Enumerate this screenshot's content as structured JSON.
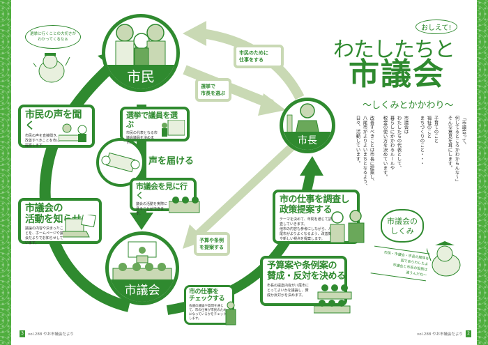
{
  "colors": {
    "primary_green": "#2f8a2f",
    "light_green": "#c9d9b4",
    "edge_green": "#4fae3e"
  },
  "title": {
    "badge": "おしえて!",
    "line1": "わたしたちと",
    "main": "市議会",
    "subtitle": "〜しくみとかかわり〜"
  },
  "intro_text": [
    "「市議会って、\n何してるところかわからんな〜」\nそんな意見を耳にします。",
    "子育てのこと\n福祉のこと\nまちづくりのこと・・・",
    "市議会は\nわたしたちの代表として、\n暮らしにかかわるルールや\n税金の使い方を決めています。",
    "改善すべきことは市長に提案し、\n八尾市がよりよいまちとなるよう、\n日々、活動しています。"
  ],
  "nodes": {
    "citizens": "市民",
    "mayor": "市長",
    "council": "市議会"
  },
  "arrow_labels": {
    "work_for_citizens": "市民のために\n仕事をする",
    "elect_mayor": "選挙で\n市長を選ぶ",
    "propose_budget": "予算や条例\nを提案する",
    "deliver_voice": "声を届ける"
  },
  "boxes": [
    {
      "id": "listen",
      "title": "市民の声を聞く",
      "text": "市民の声を直接聞き、改善すべきことを市に提案します。"
    },
    {
      "id": "elect",
      "title": "選挙で議員を選ぶ",
      "text": "市民の代表となる市議会議員を決めます。"
    },
    {
      "id": "visit",
      "title": "市議会を見に行く",
      "text": "議会の活動を実際に見ることができます。"
    },
    {
      "id": "inform",
      "title": "市議会の\n活動を知らせる",
      "text": "議論の内容や決まったことを、ホームページや議会だよりでお知らせしています。"
    },
    {
      "id": "check",
      "title": "市の仕事を\nチェックする",
      "text": "会議の議論や質問を通じて、市の仕事が市民のためになっているかをチェックします。"
    },
    {
      "id": "research",
      "title": "市の仕事を調査し\n政策提案する",
      "text": "テーマを決めて、年間を通じて調査していきます。\n他市の内容も参考にしながら、八尾市がよりよくなるよう、改善策や新しい視点を提案します。"
    },
    {
      "id": "vote",
      "title": "予算案や条例案の\n賛成・反対を決める",
      "text": "市長の提案内容が八尾市にとってよいかを議論し、賛成か反対かを決めます。"
    }
  ],
  "mascot_top": {
    "speech": "選挙に行くことの大切さが\nわかってくるなぁ"
  },
  "mascot_bottom": {
    "cloud": "市議会の\nしくみ",
    "note": "市民・市議会・市長の関係を\n図であらわしたよ\n市議会と市長の役割は\n違うんだね〜"
  },
  "footer": {
    "left_page": "3",
    "left_text": "vol.288 やお市議会だより",
    "right_page": "2",
    "right_text": "vol.288 やお市議会だより"
  }
}
